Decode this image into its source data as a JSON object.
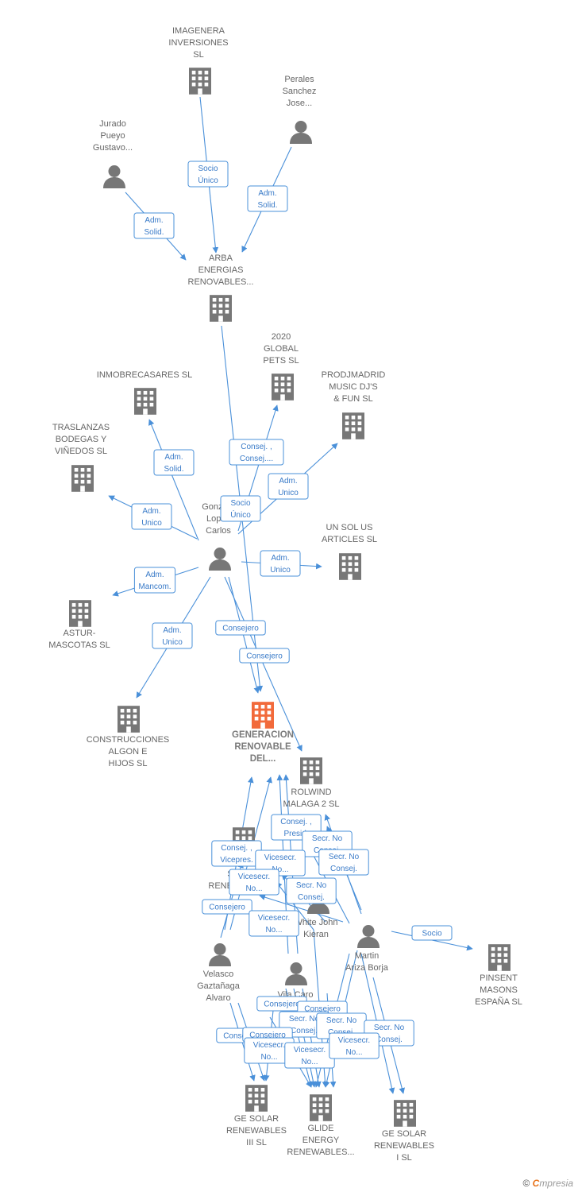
{
  "colors": {
    "edge": "#4a90d9",
    "node": "#777777",
    "highlight": "#f26a3b",
    "label": "#666666"
  },
  "nodes": [
    {
      "id": "imagenera",
      "type": "company",
      "lines": [
        "IMAGENERA",
        "INVERSIONES",
        "SL"
      ]
    },
    {
      "id": "perales",
      "type": "person",
      "lines": [
        "Perales",
        "Sanchez",
        "Jose..."
      ]
    },
    {
      "id": "jurado",
      "type": "person",
      "lines": [
        "Jurado",
        "Pueyo",
        "Gustavo..."
      ]
    },
    {
      "id": "arba",
      "type": "company",
      "lines": [
        "ARBA",
        "ENERGIAS",
        "RENOVABLES..."
      ]
    },
    {
      "id": "pets2020",
      "type": "company",
      "lines": [
        "2020",
        "GLOBAL",
        "PETS  SL"
      ]
    },
    {
      "id": "inmobre",
      "type": "company",
      "lines": [
        "INMOBRECASARES SL"
      ]
    },
    {
      "id": "prodj",
      "type": "company",
      "lines": [
        "PRODJMADRID",
        "MUSIC DJ'S",
        "& FUN  SL"
      ]
    },
    {
      "id": "traslanzas",
      "type": "company",
      "lines": [
        "TRASLANZAS",
        "BODEGAS Y",
        "VIÑEDOS  SL"
      ]
    },
    {
      "id": "gonzalez",
      "type": "person",
      "lines": [
        "Gonza...",
        "Lopez",
        "Carlos"
      ]
    },
    {
      "id": "unsol",
      "type": "company",
      "lines": [
        "UN SOL US",
        "ARTICLES SL"
      ]
    },
    {
      "id": "astur",
      "type": "company",
      "lines": [
        "ASTUR-",
        "MASCOTAS  SL"
      ]
    },
    {
      "id": "construcciones",
      "type": "company",
      "lines": [
        "CONSTRUCCIONES",
        "ALGON E",
        "HIJOS SL"
      ]
    },
    {
      "id": "generacion",
      "type": "main",
      "lines": [
        "GENERACION",
        "RENOVABLE",
        "DEL..."
      ]
    },
    {
      "id": "rolwind",
      "type": "company",
      "lines": [
        "ROLWIND",
        "MALAGA 2  SL"
      ]
    },
    {
      "id": "gesolar_other",
      "type": "company",
      "lines": [
        "SOLAR",
        "RENEWABLES..."
      ]
    },
    {
      "id": "white",
      "type": "person",
      "lines": [
        "White John",
        "Kieran"
      ]
    },
    {
      "id": "martin",
      "type": "person",
      "lines": [
        "Martin",
        "Ariza Borja"
      ]
    },
    {
      "id": "pinsent",
      "type": "company",
      "lines": [
        "PINSENT",
        "MASONS",
        "ESPAÑA  SL"
      ]
    },
    {
      "id": "velasco",
      "type": "person",
      "lines": [
        "Velasco",
        "Gaztañaga",
        "Alvaro"
      ]
    },
    {
      "id": "vila",
      "type": "person",
      "lines": [
        "Vila Caro"
      ]
    },
    {
      "id": "gesolar3",
      "type": "company",
      "lines": [
        "GE SOLAR",
        "RENEWABLES",
        "III  SL"
      ]
    },
    {
      "id": "glide",
      "type": "company",
      "lines": [
        "GLIDE",
        "ENERGY",
        "RENEWABLES..."
      ]
    },
    {
      "id": "gesolar1",
      "type": "company",
      "lines": [
        "GE SOLAR",
        "RENEWABLES",
        "I  SL"
      ]
    }
  ],
  "relations": [
    {
      "id": "r1",
      "lines": [
        "Socio",
        "Único"
      ]
    },
    {
      "id": "r2",
      "lines": [
        "Adm.",
        "Solid."
      ]
    },
    {
      "id": "r3",
      "lines": [
        "Adm.",
        "Solid."
      ]
    },
    {
      "id": "r4",
      "lines": [
        "Consej. ,",
        "Consej...."
      ]
    },
    {
      "id": "r5",
      "lines": [
        "Adm.",
        "Solid."
      ]
    },
    {
      "id": "r6",
      "lines": [
        "Adm.",
        "Unico"
      ]
    },
    {
      "id": "r7",
      "lines": [
        "Adm.",
        "Unico"
      ]
    },
    {
      "id": "r8",
      "lines": [
        "Socio",
        "Único"
      ]
    },
    {
      "id": "r9",
      "lines": [
        "Adm.",
        "Unico"
      ]
    },
    {
      "id": "r10",
      "lines": [
        "Adm.",
        "Mancom."
      ]
    },
    {
      "id": "r11",
      "lines": [
        "Adm.",
        "Unico"
      ]
    },
    {
      "id": "r12",
      "lines": [
        "Consejero"
      ]
    },
    {
      "id": "r13",
      "lines": [
        "Consejero"
      ]
    },
    {
      "id": "r14",
      "lines": [
        "Consej. ,",
        "Presid."
      ]
    },
    {
      "id": "r15",
      "lines": [
        "Secr.  No",
        "Consej."
      ]
    },
    {
      "id": "r16",
      "lines": [
        "Secr.  No",
        "Consej."
      ]
    },
    {
      "id": "r17",
      "lines": [
        "Consej. ,",
        "Vicepres."
      ]
    },
    {
      "id": "r18",
      "lines": [
        "Vicesecr.",
        "No..."
      ]
    },
    {
      "id": "r19",
      "lines": [
        "Vicesecr.",
        "No..."
      ]
    },
    {
      "id": "r20",
      "lines": [
        "Secr.  No",
        "Consej."
      ]
    },
    {
      "id": "r21",
      "lines": [
        "Consejero"
      ]
    },
    {
      "id": "r22",
      "lines": [
        "Vicesecr.",
        "No..."
      ]
    },
    {
      "id": "r23",
      "lines": [
        "Socio"
      ]
    },
    {
      "id": "r24",
      "lines": [
        "Consejero"
      ]
    },
    {
      "id": "r25",
      "lines": [
        "Consejero"
      ]
    },
    {
      "id": "r26",
      "lines": [
        "Secr.  No",
        "Consej."
      ]
    },
    {
      "id": "r27",
      "lines": [
        "Secr.  No",
        "Consej."
      ]
    },
    {
      "id": "r28",
      "lines": [
        "Secr.  No",
        "Consej."
      ]
    },
    {
      "id": "r29",
      "lines": [
        "Consejero"
      ]
    },
    {
      "id": "r30",
      "lines": [
        "Consejero"
      ]
    },
    {
      "id": "r31",
      "lines": [
        "Vicesecr.",
        "No..."
      ]
    },
    {
      "id": "r32",
      "lines": [
        "Vicesecr.",
        "No..."
      ]
    },
    {
      "id": "r33",
      "lines": [
        "Vicesecr.",
        "No..."
      ]
    }
  ],
  "footer": {
    "copyright": "©",
    "brand_e": "C",
    "brand_rest": "mpresia"
  }
}
